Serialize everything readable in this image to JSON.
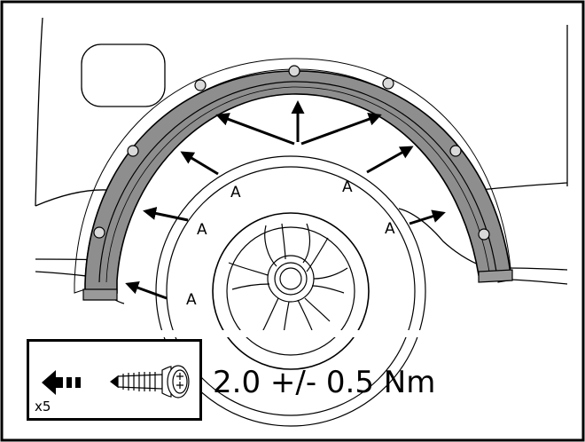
{
  "callouts": [
    "A",
    "A",
    "A",
    "A",
    "A"
  ],
  "torque_spec": "2.0 +/- 0.5 Nm",
  "screw_quantity": "x5",
  "icons": {
    "direction": "left-arrow-with-dashes-icon",
    "fastener": "screw-icon"
  }
}
